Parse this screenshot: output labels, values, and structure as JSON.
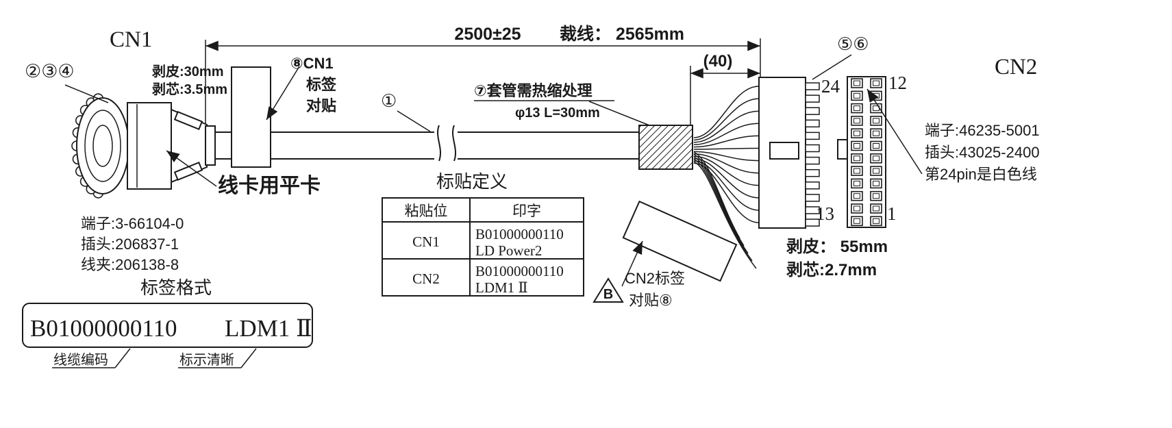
{
  "drawing": {
    "dim_total": "2500±25",
    "dim_cut": "裁线： 2565mm",
    "dim_40": "(40)"
  },
  "cn1": {
    "title": "CN1",
    "callouts": "②③④",
    "strip_jacket": "剥皮:30mm",
    "strip_core": "剥芯:3.5mm",
    "label_callout": "⑧CN1",
    "label_note_2": "标签",
    "label_note_3": "对贴",
    "clamp_note": "线卡用平卡",
    "terminal": "端子:3-66104-0",
    "plug": "插头:206837-1",
    "clip": "线夹:206138-8"
  },
  "cable": {
    "callout": "①",
    "sleeve_note": "⑦套管需热缩处理",
    "sleeve_spec": "φ13 L=30mm"
  },
  "label_format": {
    "title": "标签格式",
    "code": "B01000000110",
    "model": "LDM1 Ⅱ",
    "caption_code": "线缆编码",
    "caption_clear": "标示清晰"
  },
  "sticker_table": {
    "title": "标贴定义",
    "col_pos": "粘贴位",
    "col_print": "印字",
    "rows": [
      {
        "pos": "CN1",
        "line1": "B01000000110",
        "line2": "LD Power2"
      },
      {
        "pos": "CN2",
        "line1": "B01000000110",
        "line2": "LDM1 Ⅱ"
      }
    ]
  },
  "cn2": {
    "title": "CN2",
    "callouts": "⑤⑥",
    "pin_tl": "24",
    "pin_tr": "12",
    "pin_bl": "13",
    "pin_br": "1",
    "terminal": "端子:46235-5001",
    "plug": "插头:43025-2400",
    "pin24_note": "第24pin是白色线",
    "strip_jacket": "剥皮： 55mm",
    "strip_core": "剥芯:2.7mm",
    "label_note_1": "CN2标签",
    "label_note_2": "对贴⑧",
    "revision": "B"
  }
}
